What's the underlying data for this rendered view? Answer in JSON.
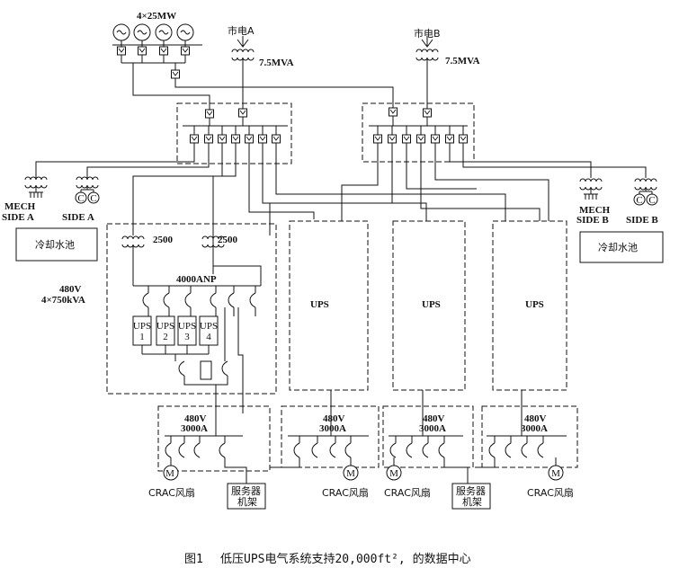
{
  "generators": {
    "label": "4×25MW",
    "count": 4
  },
  "utility_a": {
    "name": "市电A",
    "rating": "7.5MVA"
  },
  "utility_b": {
    "name": "市电B",
    "rating": "7.5MVA"
  },
  "mech_a": {
    "label1": "MECH",
    "label2": "SIDE A"
  },
  "side_a": {
    "label": "SIDE A"
  },
  "mech_b": {
    "label1": "MECH",
    "label2": "SIDE B"
  },
  "side_b": {
    "label": "SIDE B"
  },
  "cooling_left": "冷却水池",
  "cooling_right": "冷却水池",
  "xfmr_left": "2500",
  "xfmr_right": "2500",
  "main_bus": "4000ANP",
  "lv_left": {
    "line1": "480V",
    "line2": "4×750kVA"
  },
  "ups_units": [
    {
      "l1": "UPS",
      "l2": "1"
    },
    {
      "l1": "UPS",
      "l2": "2"
    },
    {
      "l1": "UPS",
      "l2": "3"
    },
    {
      "l1": "UPS",
      "l2": "4"
    }
  ],
  "ups_big": [
    "UPS",
    "UPS",
    "UPS"
  ],
  "panels": [
    {
      "v": "480V",
      "a": "3000A"
    },
    {
      "v": "480V",
      "a": "3000A"
    },
    {
      "v": "480V",
      "a": "3000A"
    },
    {
      "v": "480V",
      "a": "3000A"
    }
  ],
  "motor_symbol": "M",
  "crac": [
    "CRAC风扇",
    "CRAC风扇",
    "CRAC风扇",
    "CRAC风扇"
  ],
  "racks": [
    {
      "l1": "服务器",
      "l2": "机架"
    },
    {
      "l1": "服务器",
      "l2": "机架"
    }
  ],
  "caption": {
    "prefix": "图1",
    "text": "低压UPS电气系统支持20,000ft², 的数据中心"
  }
}
